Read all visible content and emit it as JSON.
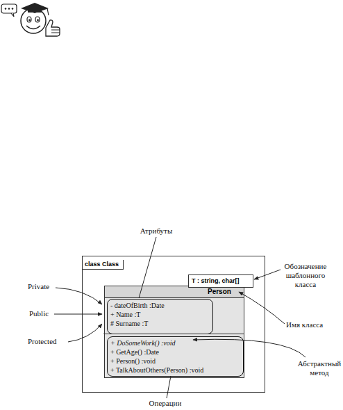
{
  "diagram": {
    "nodes": [
      {
        "text": [
          "class Class"
        ]
      },
      {
        "text": [
          "T : string, char[]"
        ],
        "in": 0
      },
      {
        "text": [
          "Person"
        ],
        "in": 0
      },
      {
        "text": [
          "- dateOfBirth :Date",
          "+ Name :T",
          "# Surname :T"
        ],
        "in": 2
      },
      {
        "text": [
          "+ DoSomeWork() :void",
          "+ GetAge() :Date",
          "+ Person() :void",
          "+ TalkAboutOthers(Person) :void"
        ],
        "in": 2
      }
    ],
    "labels": [
      "Атрибуты",
      "Private",
      "Public",
      "Protected",
      "Обозначение шаблонного класса",
      "Имя класса",
      "Абстрактный метод",
      "Операции"
    ]
  }
}
